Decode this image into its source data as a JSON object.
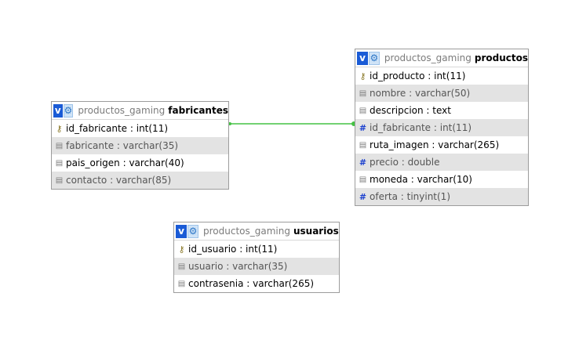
{
  "tables": {
    "fabricantes": {
      "db": "productos_gaming",
      "name": "fabricantes",
      "columns": [
        {
          "text": "id_fabricante : int(11)",
          "icon": "key-icon"
        },
        {
          "text": "fabricante : varchar(35)",
          "icon": "column-icon"
        },
        {
          "text": "pais_origen : varchar(40)",
          "icon": "column-icon"
        },
        {
          "text": "contacto : varchar(85)",
          "icon": "column-icon"
        }
      ]
    },
    "productos": {
      "db": "productos_gaming",
      "name": "productos",
      "columns": [
        {
          "text": "id_producto : int(11)",
          "icon": "key-icon"
        },
        {
          "text": "nombre : varchar(50)",
          "icon": "column-icon"
        },
        {
          "text": "descripcion : text",
          "icon": "column-icon"
        },
        {
          "text": "id_fabricante : int(11)",
          "icon": "numeric-icon"
        },
        {
          "text": "ruta_imagen : varchar(265)",
          "icon": "column-icon"
        },
        {
          "text": "precio : double",
          "icon": "numeric-icon"
        },
        {
          "text": "moneda : varchar(10)",
          "icon": "column-icon"
        },
        {
          "text": "oferta : tinyint(1)",
          "icon": "numeric-icon"
        }
      ]
    },
    "usuarios": {
      "db": "productos_gaming",
      "name": "usuarios",
      "columns": [
        {
          "text": "id_usuario : int(11)",
          "icon": "key-icon"
        },
        {
          "text": "usuario : varchar(35)",
          "icon": "column-icon"
        },
        {
          "text": "contrasenia : varchar(265)",
          "icon": "column-icon"
        }
      ]
    }
  },
  "header_icons": {
    "toggle": "v",
    "options": "⚙"
  },
  "colors": {
    "relation_line": "#44c244",
    "key_icon": "#8b7a2a",
    "numeric_icon": "#1a3fcf",
    "header_v_bg": "#1a5bd6"
  }
}
